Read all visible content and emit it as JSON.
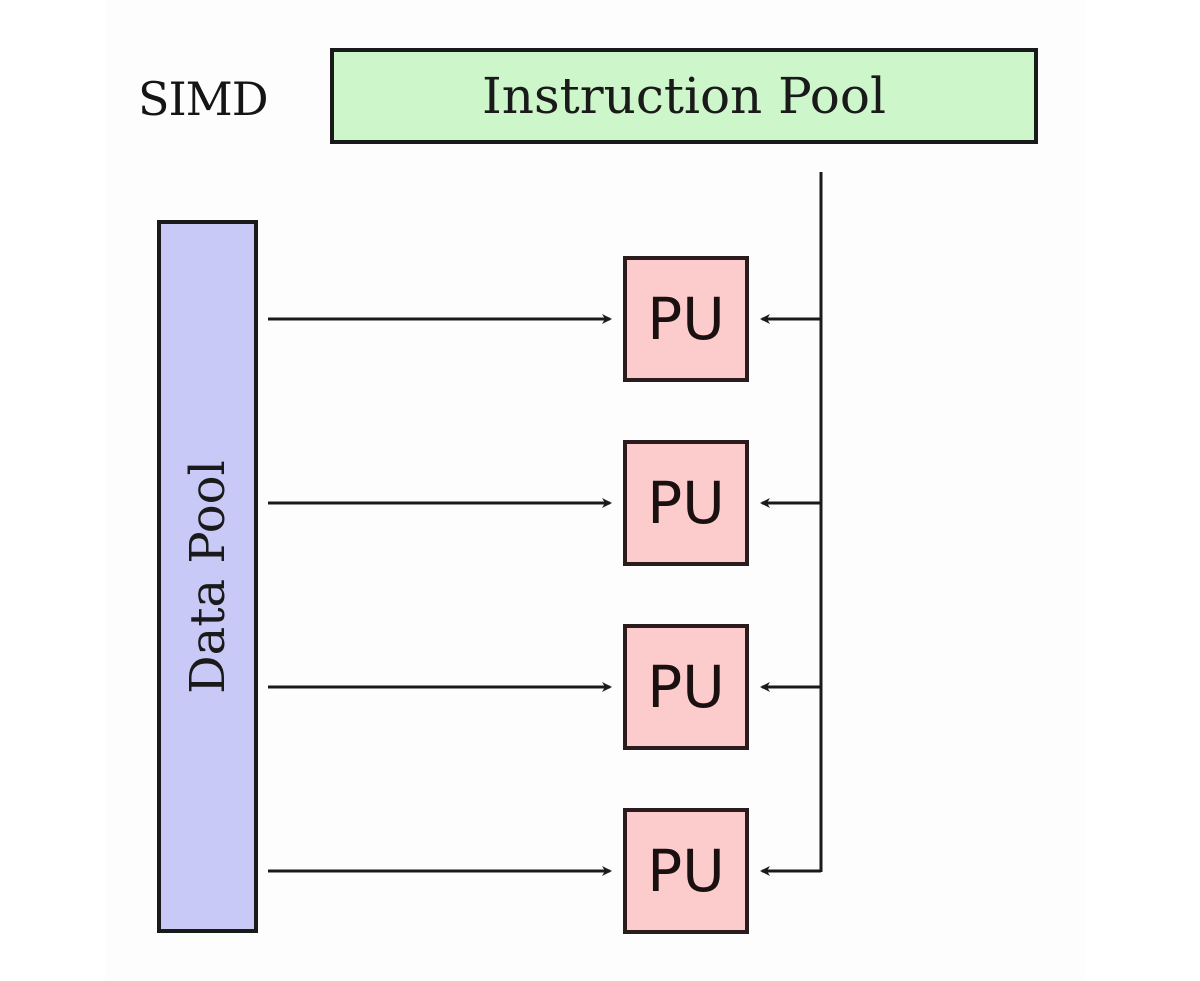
{
  "title_label": "SIMD",
  "instruction_pool": {
    "label": "Instruction Pool",
    "fill": "#cdf7cb"
  },
  "data_pool": {
    "label": "Data Pool",
    "fill": "#c9c9f7"
  },
  "processing_units": [
    {
      "label": "PU"
    },
    {
      "label": "PU"
    },
    {
      "label": "PU"
    },
    {
      "label": "PU"
    }
  ],
  "colors": {
    "pu_fill": "#fccccc",
    "line": "#1a1a1a"
  }
}
